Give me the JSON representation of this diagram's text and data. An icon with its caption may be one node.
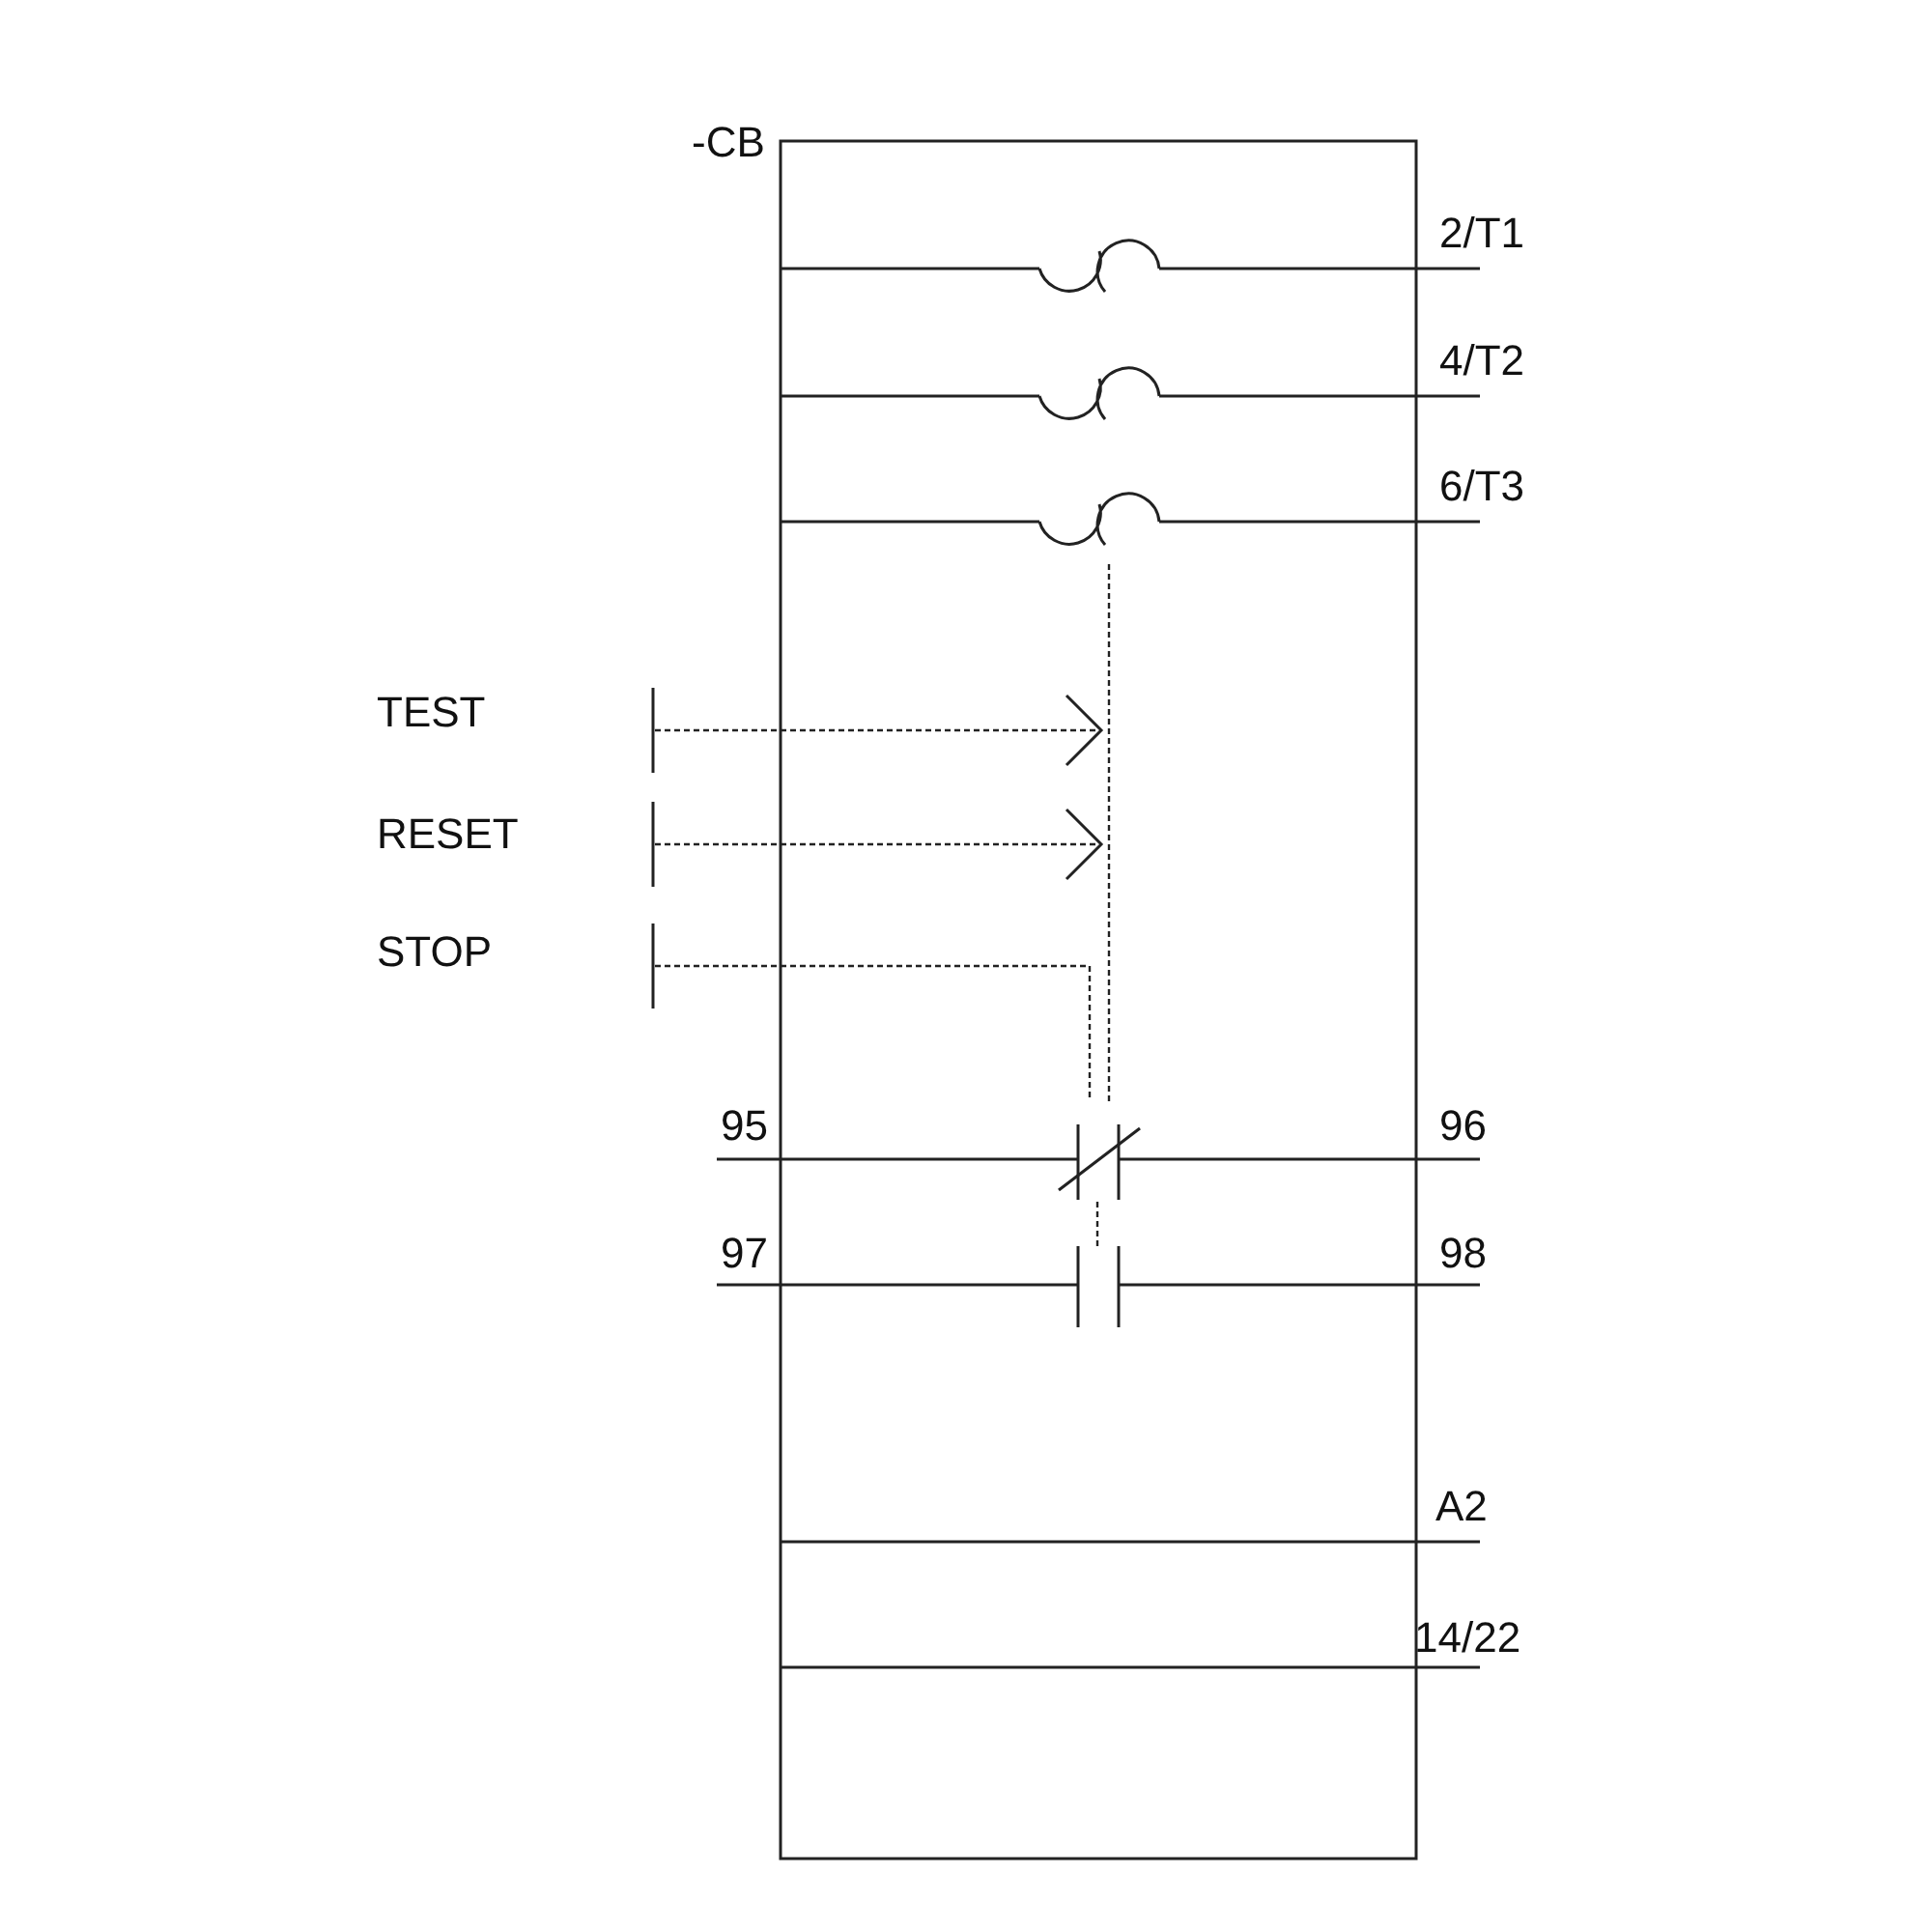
{
  "diagram": {
    "nodes": [
      {
        "text": [
          "-CB"
        ]
      }
    ],
    "labels": [
      "2/T1",
      "4/T2",
      "6/T3",
      "TEST",
      "RESET",
      "STOP",
      "95",
      "96",
      "97",
      "98",
      "A2",
      "14/22"
    ]
  }
}
